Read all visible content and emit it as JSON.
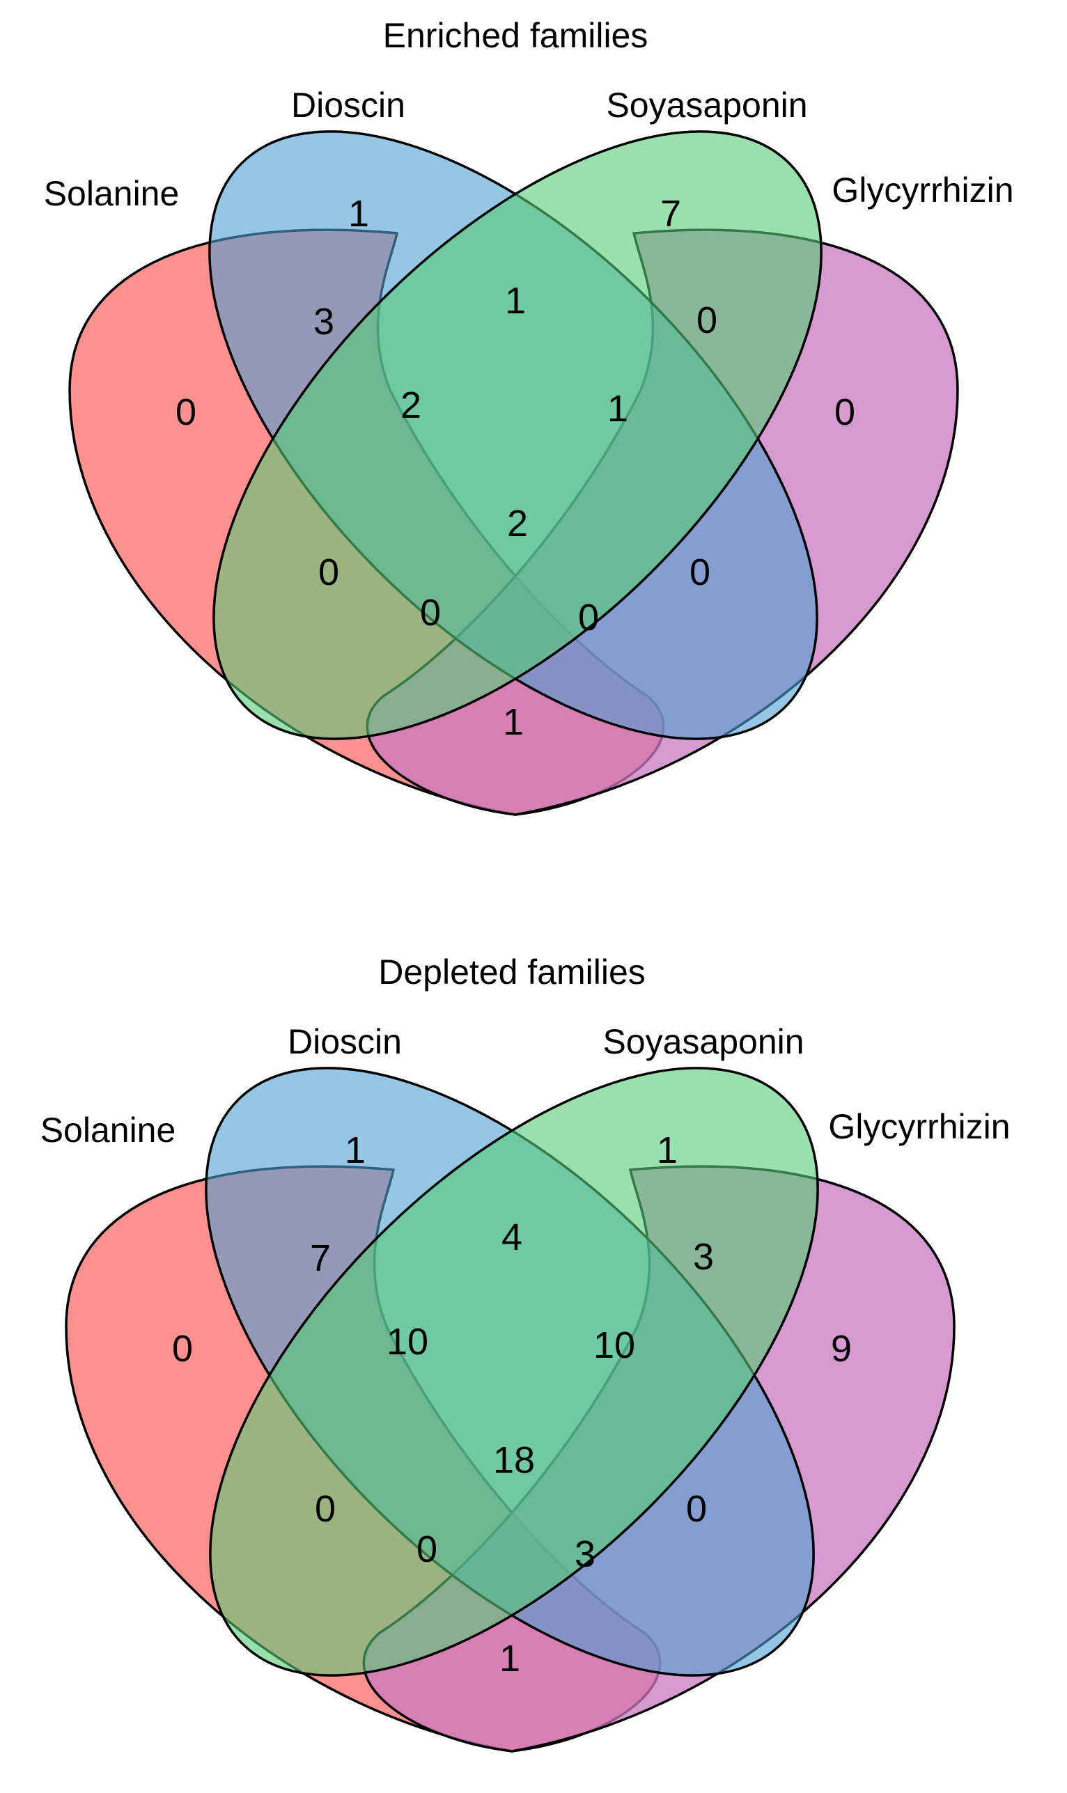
{
  "sets": [
    {
      "name": "Solanine",
      "color": "#ff6b6b"
    },
    {
      "name": "Dioscin",
      "color": "#4fa0d2"
    },
    {
      "name": "Soyasaponin",
      "color": "#56cc76"
    },
    {
      "name": "Glycyrrhizin",
      "color": "#c978c0"
    }
  ],
  "panels": [
    {
      "title": "Enriched families",
      "counts": {
        "A": "0",
        "B": "1",
        "C": "7",
        "D": "0",
        "AB": "3",
        "BC": "1",
        "CD": "0",
        "ABC": "2",
        "BCD": "1",
        "AC": "0",
        "BD": "0",
        "ABCD": "2",
        "ACD": "0",
        "ABD": "0",
        "AD": "1"
      }
    },
    {
      "title": "Depleted families",
      "counts": {
        "A": "0",
        "B": "1",
        "C": "1",
        "D": "9",
        "AB": "7",
        "BC": "4",
        "CD": "3",
        "ABC": "10",
        "BCD": "10",
        "AC": "0",
        "BD": "0",
        "ABCD": "18",
        "ACD": "0",
        "ABD": "3",
        "AD": "1"
      }
    }
  ]
}
